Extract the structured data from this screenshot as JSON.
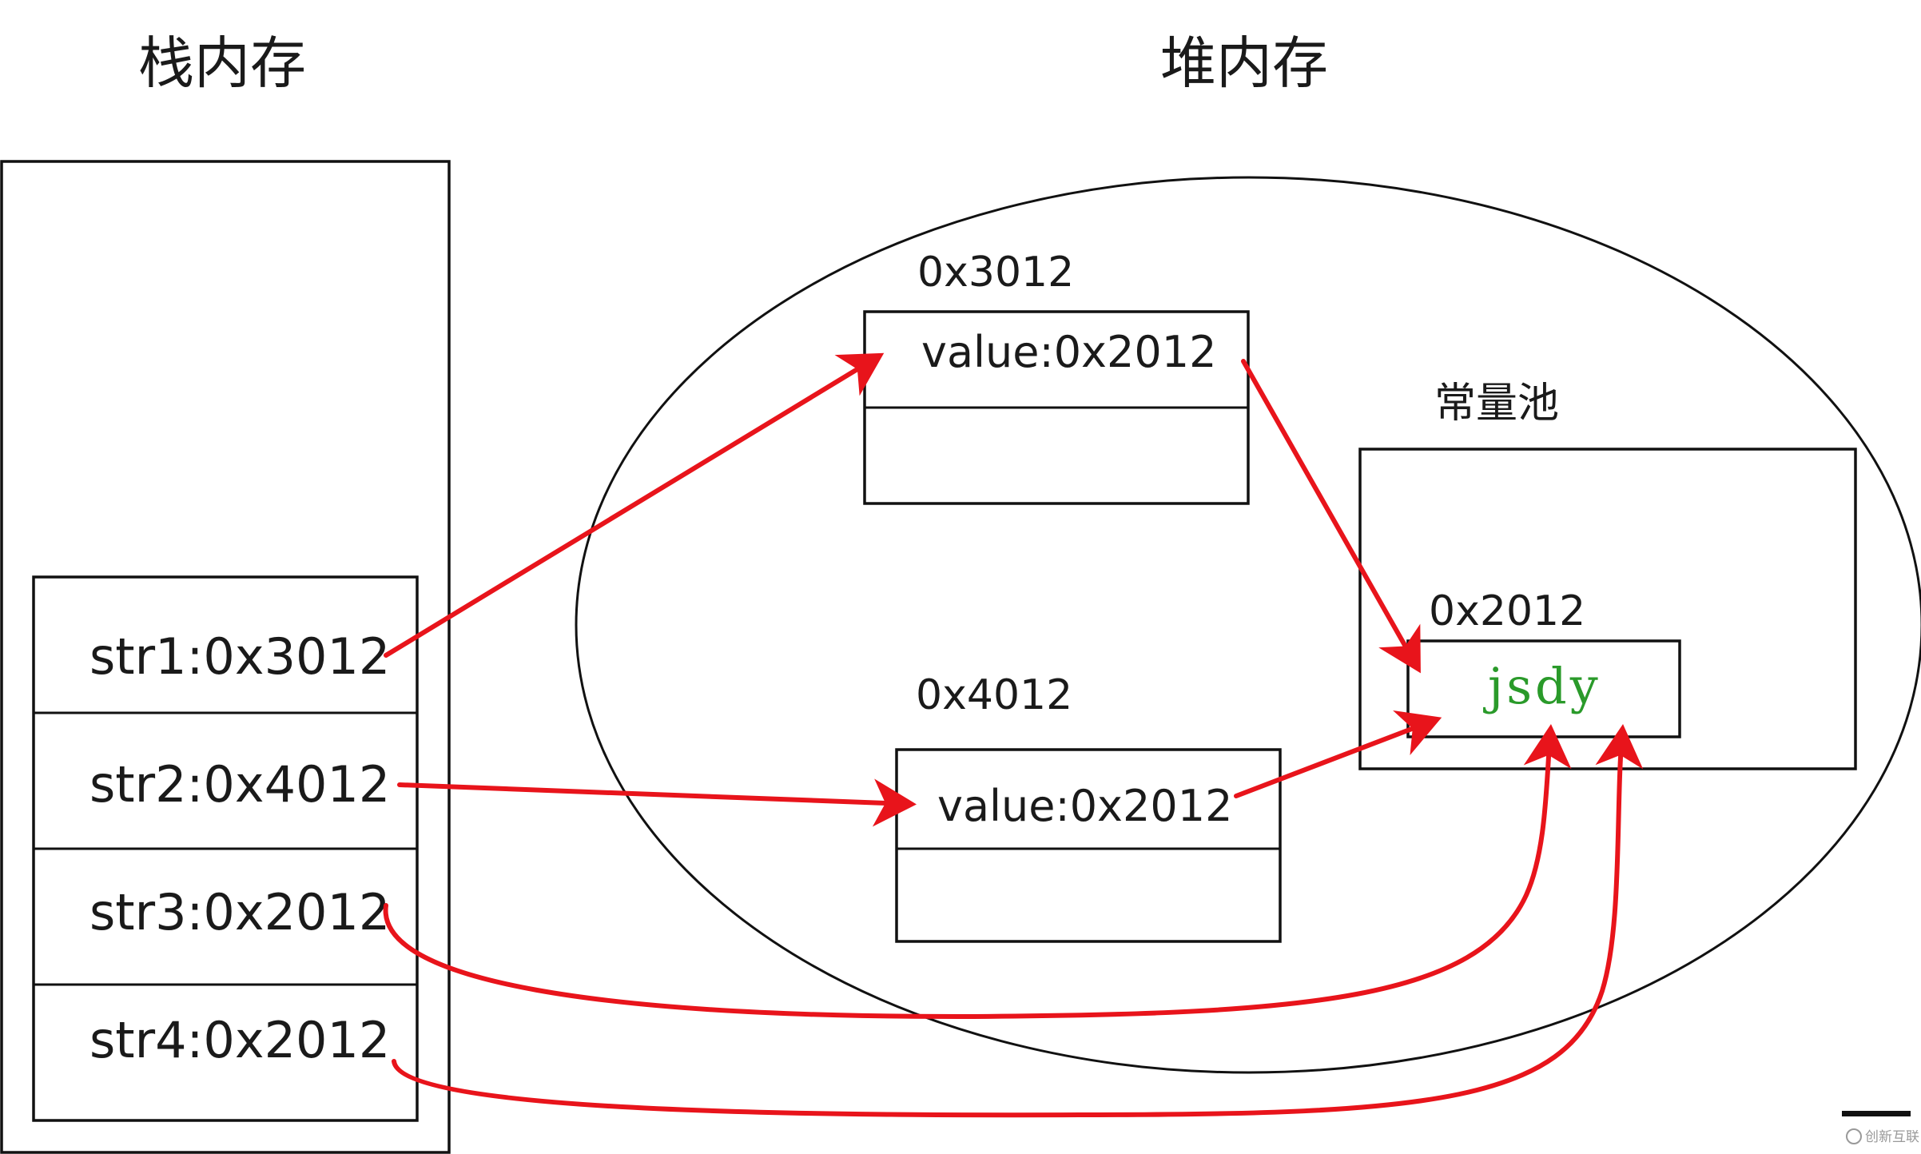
{
  "titles": {
    "stack": "栈内存",
    "heap": "堆内存"
  },
  "stack": {
    "slots": [
      "str1:0x3012",
      "str2:0x4012",
      "str3:0x2012",
      "str4:0x2012"
    ]
  },
  "heap": {
    "objects": [
      {
        "address": "0x3012",
        "field": "value:0x2012"
      },
      {
        "address": "0x4012",
        "field": "value:0x2012"
      }
    ],
    "constant_pool": {
      "label": "常量池",
      "entry_address": "0x2012",
      "entry_value": "jsdy",
      "entry_value_color": "#2a9a2a"
    }
  },
  "colors": {
    "arrow": "#e8141b",
    "outline": "#111111"
  },
  "watermark": {
    "text": "创新互联"
  }
}
